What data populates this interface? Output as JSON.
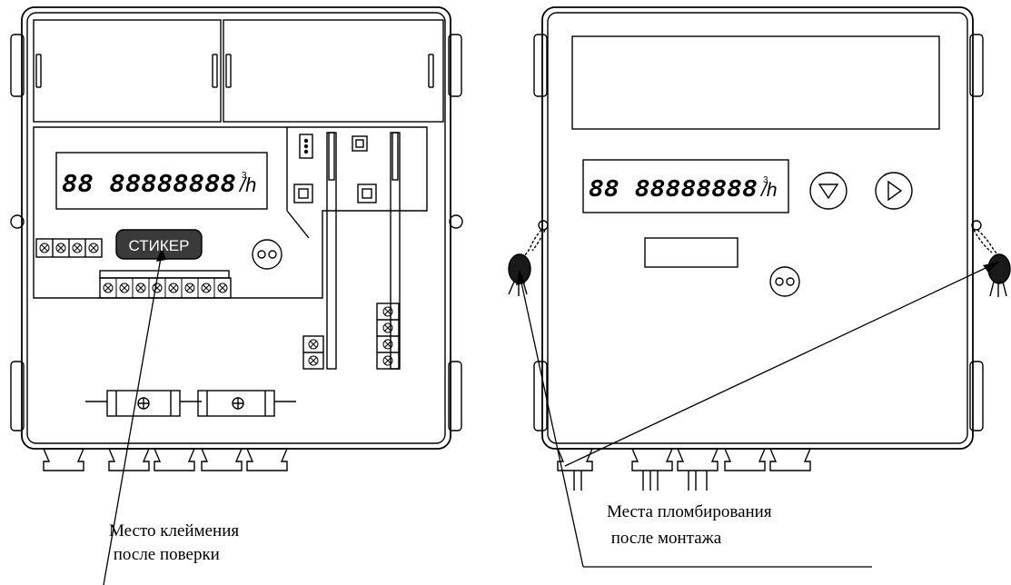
{
  "left_meter": {
    "lcd_digits": "88 88888888",
    "lcd_unit": "/h",
    "lcd_unit_sup": "3",
    "sticker_label": "СТИКЕР"
  },
  "right_meter": {
    "lcd_digits": "88 88888888",
    "lcd_unit": "/h",
    "lcd_unit_sup": "3"
  },
  "captions": {
    "verification": [
      "Место клеймения",
      " после поверки"
    ],
    "installation": [
      "Места пломбирования",
      " после монтажа"
    ]
  }
}
